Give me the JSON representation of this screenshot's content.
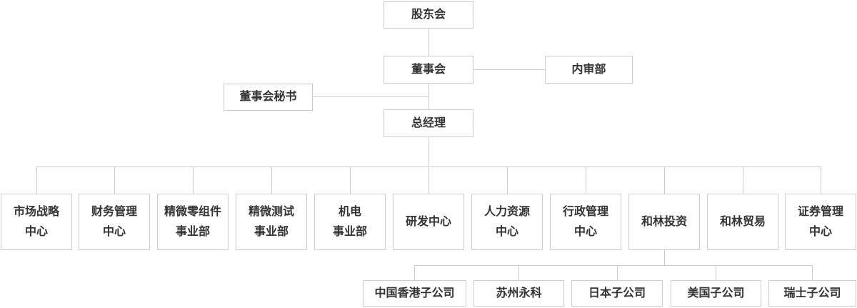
{
  "colors": {
    "box_border": "#cccccc",
    "connector": "#cccccc",
    "text": "#333333",
    "background": "#ffffff"
  },
  "org_chart": {
    "type": "org-tree",
    "shareholders": {
      "label": "股东会"
    },
    "board": {
      "label": "董事会"
    },
    "internal_audit": {
      "label": "内审部"
    },
    "board_secretary": {
      "label": "董事会秘书"
    },
    "general_manager": {
      "label": "总经理"
    },
    "departments": [
      {
        "label": "市场战略中心",
        "lines": [
          "市场战略",
          "中心"
        ]
      },
      {
        "label": "财务管理中心",
        "lines": [
          "财务管理",
          "中心"
        ]
      },
      {
        "label": "精微零组件事业部",
        "lines": [
          "精微零组件",
          "事业部"
        ]
      },
      {
        "label": "精微测试事业部",
        "lines": [
          "精微测试",
          "事业部"
        ]
      },
      {
        "label": "机电事业部",
        "lines": [
          "机电",
          "事业部"
        ]
      },
      {
        "label": "研发中心",
        "lines": [
          "研发中心"
        ]
      },
      {
        "label": "人力资源中心",
        "lines": [
          "人力资源",
          "中心"
        ]
      },
      {
        "label": "行政管理中心",
        "lines": [
          "行政管理",
          "中心"
        ]
      },
      {
        "label": "和林投资",
        "lines": [
          "和林投资"
        ]
      },
      {
        "label": "和林贸易",
        "lines": [
          "和林贸易"
        ]
      },
      {
        "label": "证券管理中心",
        "lines": [
          "证券管理",
          "中心"
        ]
      }
    ],
    "subsidiaries": [
      {
        "label": "中国香港子公司"
      },
      {
        "label": "苏州永科"
      },
      {
        "label": "日本子公司"
      },
      {
        "label": "美国子公司"
      },
      {
        "label": "瑞士子公司"
      }
    ]
  }
}
